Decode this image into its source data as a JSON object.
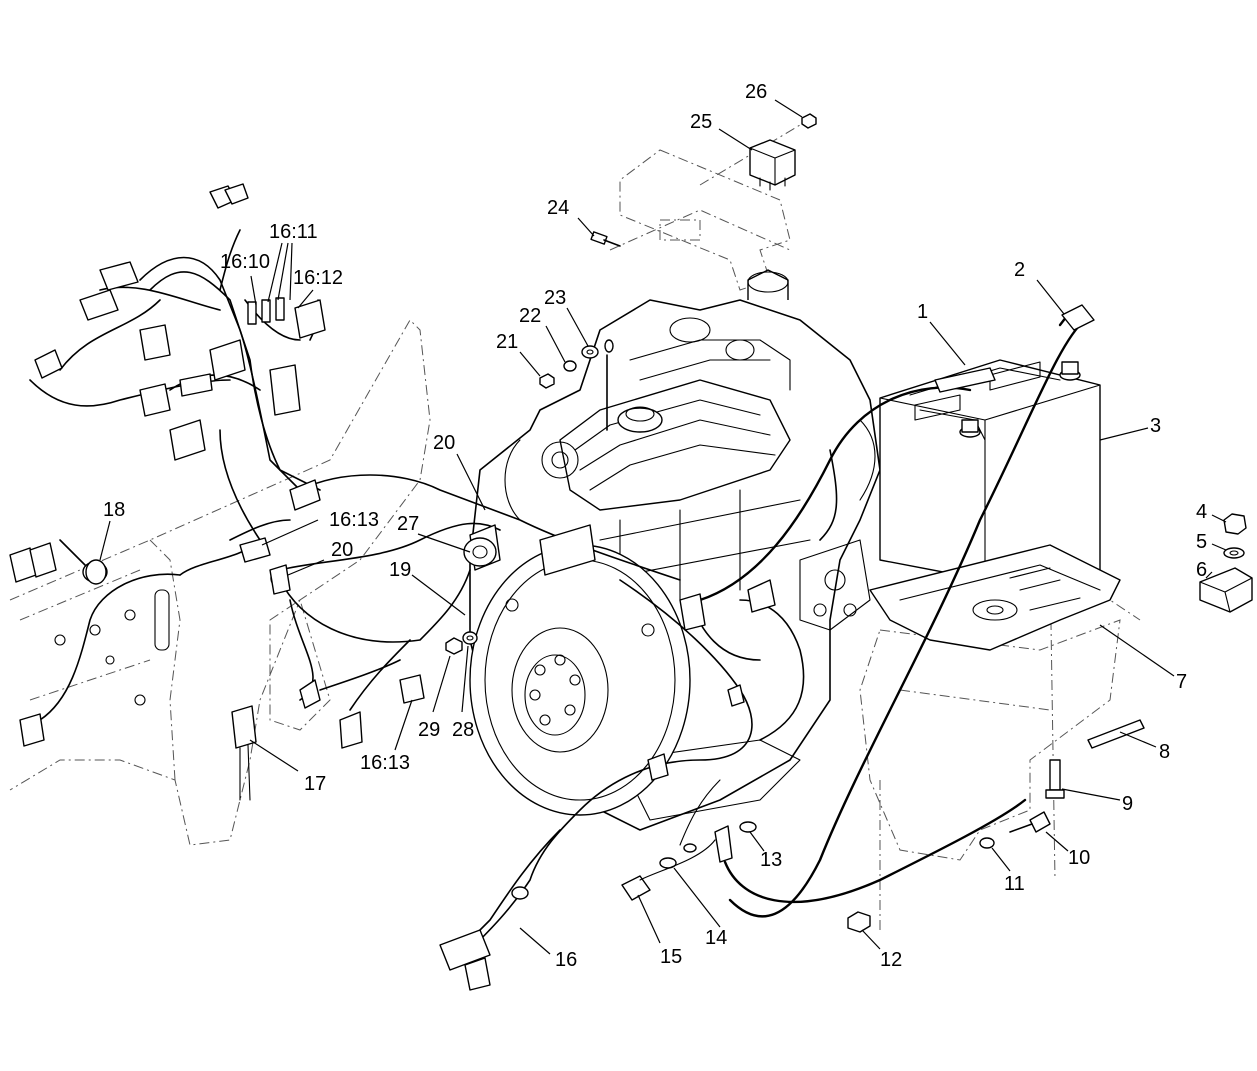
{
  "callouts": [
    {
      "id": "c1",
      "text": "1"
    },
    {
      "id": "c2",
      "text": "2"
    },
    {
      "id": "c3",
      "text": "3"
    },
    {
      "id": "c4",
      "text": "4"
    },
    {
      "id": "c5",
      "text": "5"
    },
    {
      "id": "c6",
      "text": "6"
    },
    {
      "id": "c7",
      "text": "7"
    },
    {
      "id": "c8",
      "text": "8"
    },
    {
      "id": "c9",
      "text": "9"
    },
    {
      "id": "c10",
      "text": "10"
    },
    {
      "id": "c11",
      "text": "11"
    },
    {
      "id": "c12",
      "text": "12"
    },
    {
      "id": "c13",
      "text": "13"
    },
    {
      "id": "c14",
      "text": "14"
    },
    {
      "id": "c15",
      "text": "15"
    },
    {
      "id": "c16",
      "text": "16"
    },
    {
      "id": "c16_10",
      "text": "16:10"
    },
    {
      "id": "c16_11",
      "text": "16:11"
    },
    {
      "id": "c16_12",
      "text": "16:12"
    },
    {
      "id": "c16_13a",
      "text": "16:13"
    },
    {
      "id": "c16_13b",
      "text": "16:13"
    },
    {
      "id": "c17",
      "text": "17"
    },
    {
      "id": "c18",
      "text": "18"
    },
    {
      "id": "c19",
      "text": "19"
    },
    {
      "id": "c20a",
      "text": "20"
    },
    {
      "id": "c20b",
      "text": "20"
    },
    {
      "id": "c21",
      "text": "21"
    },
    {
      "id": "c22",
      "text": "22"
    },
    {
      "id": "c23",
      "text": "23"
    },
    {
      "id": "c24",
      "text": "24"
    },
    {
      "id": "c25",
      "text": "25"
    },
    {
      "id": "c26",
      "text": "26"
    },
    {
      "id": "c27",
      "text": "27"
    },
    {
      "id": "c28",
      "text": "28"
    },
    {
      "id": "c29",
      "text": "29"
    }
  ]
}
